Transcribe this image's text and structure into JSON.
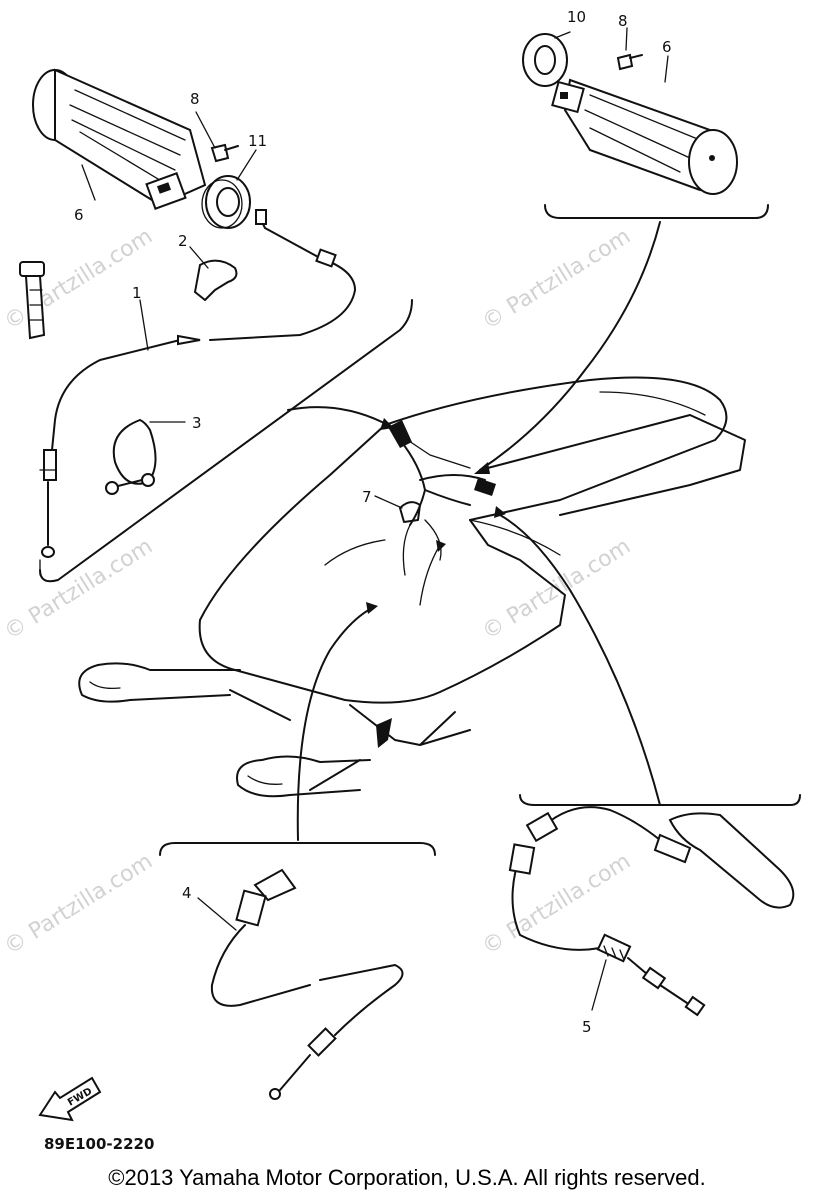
{
  "diagram": {
    "callouts": {
      "c1": "1",
      "c2": "2",
      "c3": "3",
      "c4": "4",
      "c5": "5",
      "c6_left": "6",
      "c6_right": "6",
      "c7": "7",
      "c8_left": "8",
      "c8_right": "8",
      "c10": "10",
      "c11": "11"
    },
    "fwd_label": "FWD",
    "drawing_code": "89E100-2220",
    "watermark": "© Partzilla.com",
    "copyright": "©2013 Yamaha Motor Corporation, U.S.A. All rights reserved."
  },
  "colors": {
    "line": "#111111",
    "watermark": "#d2d2d2",
    "background": "#ffffff"
  }
}
